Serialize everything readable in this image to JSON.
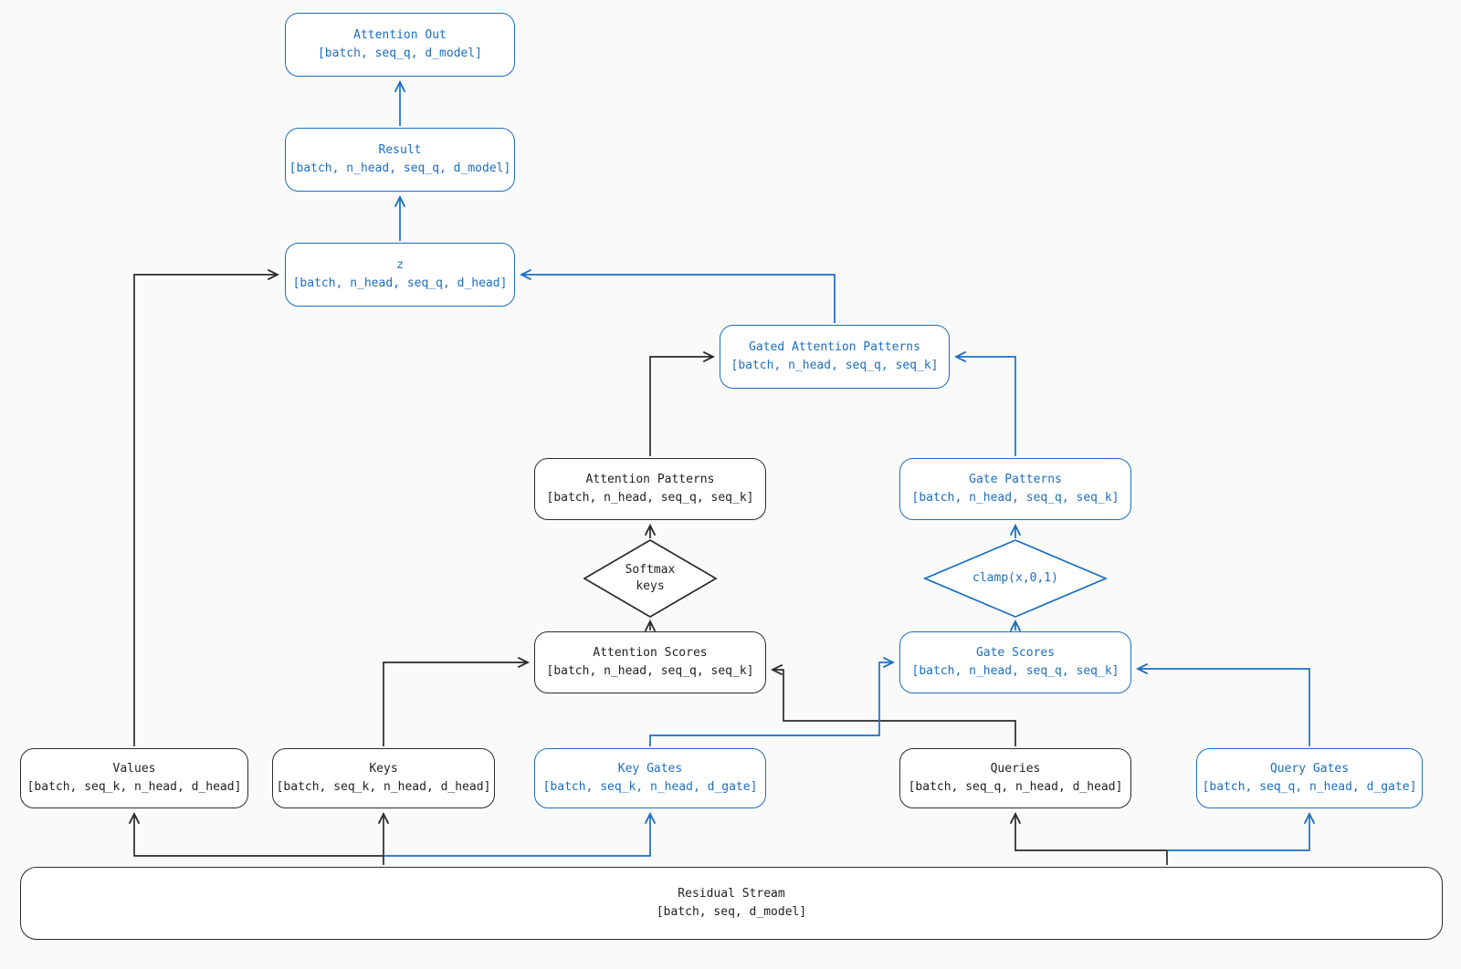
{
  "diagram": {
    "type": "flow-diagram",
    "subject": "gated attention head dataflow",
    "colors": {
      "accent_blue": "#1b6ec2",
      "line_black": "#2b2b2b",
      "node_background": "#ffffff",
      "page_background": "#fafafa"
    },
    "nodes": {
      "attention_out": {
        "label": "Attention Out",
        "shape": "[batch, seq_q, d_model]",
        "color": "blue",
        "kind": "box"
      },
      "result": {
        "label": "Result",
        "shape": "[batch, n_head, seq_q, d_model]",
        "color": "blue",
        "kind": "box"
      },
      "z": {
        "label": "z",
        "shape": "[batch, n_head, seq_q, d_head]",
        "color": "blue",
        "kind": "box"
      },
      "gated_attention_patterns": {
        "label": "Gated Attention Patterns",
        "shape": "[batch, n_head, seq_q, seq_k]",
        "color": "blue",
        "kind": "box"
      },
      "attention_patterns": {
        "label": "Attention Patterns",
        "shape": "[batch, n_head, seq_q, seq_k]",
        "color": "black",
        "kind": "box"
      },
      "gate_patterns": {
        "label": "Gate Patterns",
        "shape": "[batch, n_head, seq_q, seq_k]",
        "color": "blue",
        "kind": "box"
      },
      "softmax": {
        "label": "Softmax",
        "label_line2": "keys",
        "color": "black",
        "kind": "diamond"
      },
      "clamp": {
        "label": "clamp(x,0,1)",
        "color": "blue",
        "kind": "diamond"
      },
      "attention_scores": {
        "label": "Attention Scores",
        "shape": "[batch, n_head, seq_q, seq_k]",
        "color": "black",
        "kind": "box"
      },
      "gate_scores": {
        "label": "Gate Scores",
        "shape": "[batch, n_head, seq_q, seq_k]",
        "color": "blue",
        "kind": "box"
      },
      "values": {
        "label": "Values",
        "shape": "[batch, seq_k, n_head, d_head]",
        "color": "black",
        "kind": "box"
      },
      "keys": {
        "label": "Keys",
        "shape": "[batch, seq_k, n_head, d_head]",
        "color": "black",
        "kind": "box"
      },
      "key_gates": {
        "label": "Key Gates",
        "shape": "[batch, seq_k, n_head, d_gate]",
        "color": "blue",
        "kind": "box"
      },
      "queries": {
        "label": "Queries",
        "shape": "[batch, seq_q, n_head, d_head]",
        "color": "black",
        "kind": "box"
      },
      "query_gates": {
        "label": "Query Gates",
        "shape": "[batch, seq_q, n_head, d_gate]",
        "color": "blue",
        "kind": "box"
      },
      "residual_stream": {
        "label": "Residual Stream",
        "shape": "[batch, seq, d_model]",
        "color": "black",
        "kind": "box"
      }
    },
    "edges": [
      {
        "from": "residual_stream",
        "to": "values",
        "color": "black"
      },
      {
        "from": "residual_stream",
        "to": "keys",
        "color": "black"
      },
      {
        "from": "residual_stream",
        "to": "key_gates",
        "color": "blue"
      },
      {
        "from": "residual_stream",
        "to": "queries",
        "color": "black"
      },
      {
        "from": "residual_stream",
        "to": "query_gates",
        "color": "blue"
      },
      {
        "from": "values",
        "to": "z",
        "color": "black"
      },
      {
        "from": "keys",
        "to": "attention_scores",
        "color": "black"
      },
      {
        "from": "queries",
        "to": "attention_scores",
        "color": "black"
      },
      {
        "from": "key_gates",
        "to": "gate_scores",
        "color": "blue"
      },
      {
        "from": "query_gates",
        "to": "gate_scores",
        "color": "blue"
      },
      {
        "from": "attention_scores",
        "to": "softmax",
        "color": "black"
      },
      {
        "from": "softmax",
        "to": "attention_patterns",
        "color": "black"
      },
      {
        "from": "gate_scores",
        "to": "clamp",
        "color": "blue"
      },
      {
        "from": "clamp",
        "to": "gate_patterns",
        "color": "blue"
      },
      {
        "from": "attention_patterns",
        "to": "gated_attention_patterns",
        "color": "black"
      },
      {
        "from": "gate_patterns",
        "to": "gated_attention_patterns",
        "color": "blue"
      },
      {
        "from": "gated_attention_patterns",
        "to": "z",
        "color": "blue"
      },
      {
        "from": "z",
        "to": "result",
        "color": "blue"
      },
      {
        "from": "result",
        "to": "attention_out",
        "color": "blue"
      }
    ]
  }
}
